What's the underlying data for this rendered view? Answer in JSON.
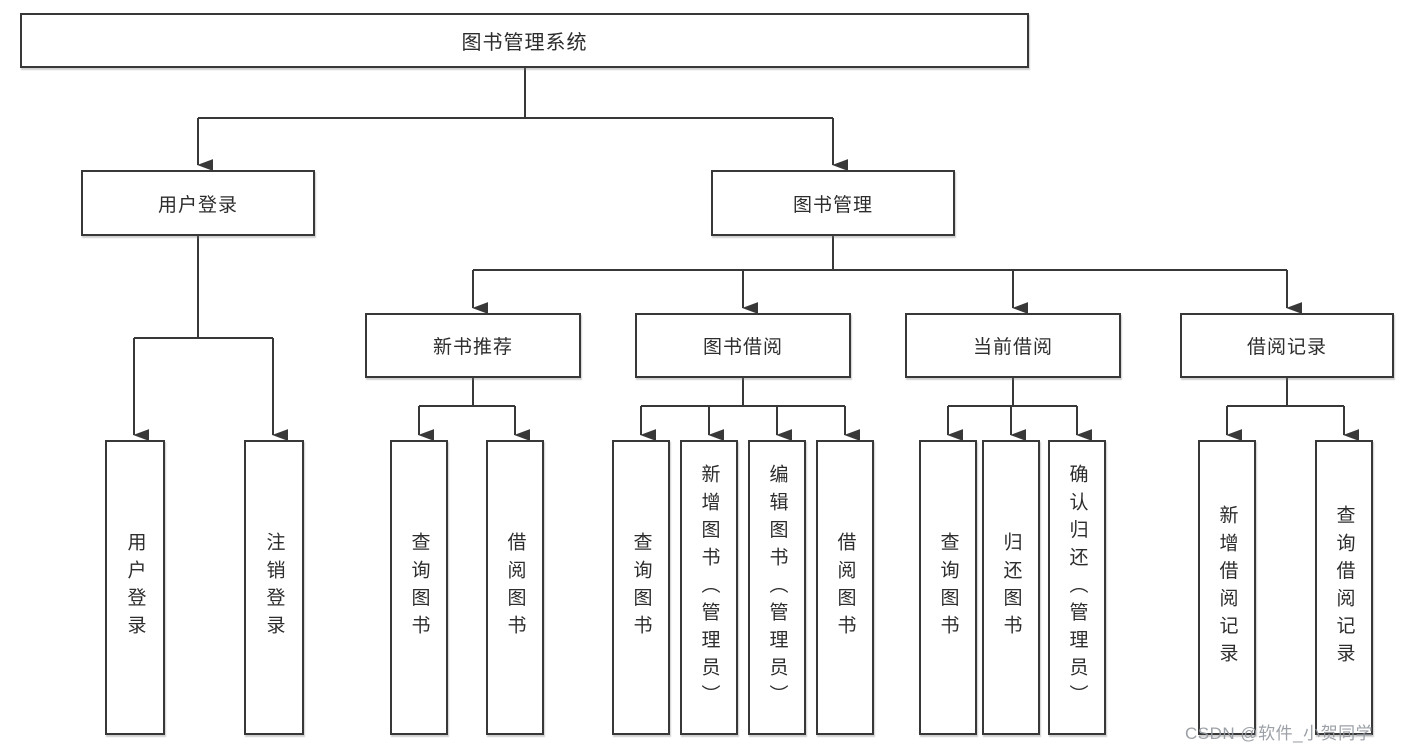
{
  "diagram": {
    "root": {
      "label": "图书管理系统"
    },
    "branches": {
      "user_login": {
        "label": "用户登录"
      },
      "book_mgmt": {
        "label": "图书管理"
      }
    },
    "modules": [
      {
        "label": "新书推荐"
      },
      {
        "label": "图书借阅"
      },
      {
        "label": "当前借阅"
      },
      {
        "label": "借阅记录"
      }
    ],
    "leaves": [
      {
        "label": "用户登录",
        "parent": "用户登录"
      },
      {
        "label": "注销登录",
        "parent": "用户登录"
      },
      {
        "label": "查询图书",
        "parent": "新书推荐"
      },
      {
        "label": "借阅图书",
        "parent": "新书推荐"
      },
      {
        "label": "查询图书",
        "parent": "图书借阅"
      },
      {
        "label": "新增图书（管理员）",
        "parent": "图书借阅"
      },
      {
        "label": "编辑图书（管理员）",
        "parent": "图书借阅"
      },
      {
        "label": "借阅图书",
        "parent": "图书借阅"
      },
      {
        "label": "查询图书",
        "parent": "当前借阅"
      },
      {
        "label": "归还图书",
        "parent": "当前借阅"
      },
      {
        "label": "确认归还（管理员）",
        "parent": "当前借阅"
      },
      {
        "label": "新增借阅记录",
        "parent": "借阅记录"
      },
      {
        "label": "查询借阅记录",
        "parent": "借阅记录"
      }
    ],
    "watermark": {
      "text": "CSDN @软件_小贺同学"
    },
    "colors": {
      "line": "#383838",
      "box_border": "#383838",
      "text": "#2d2d2d",
      "background": "#ffffff",
      "watermark": "#9499a0"
    }
  }
}
